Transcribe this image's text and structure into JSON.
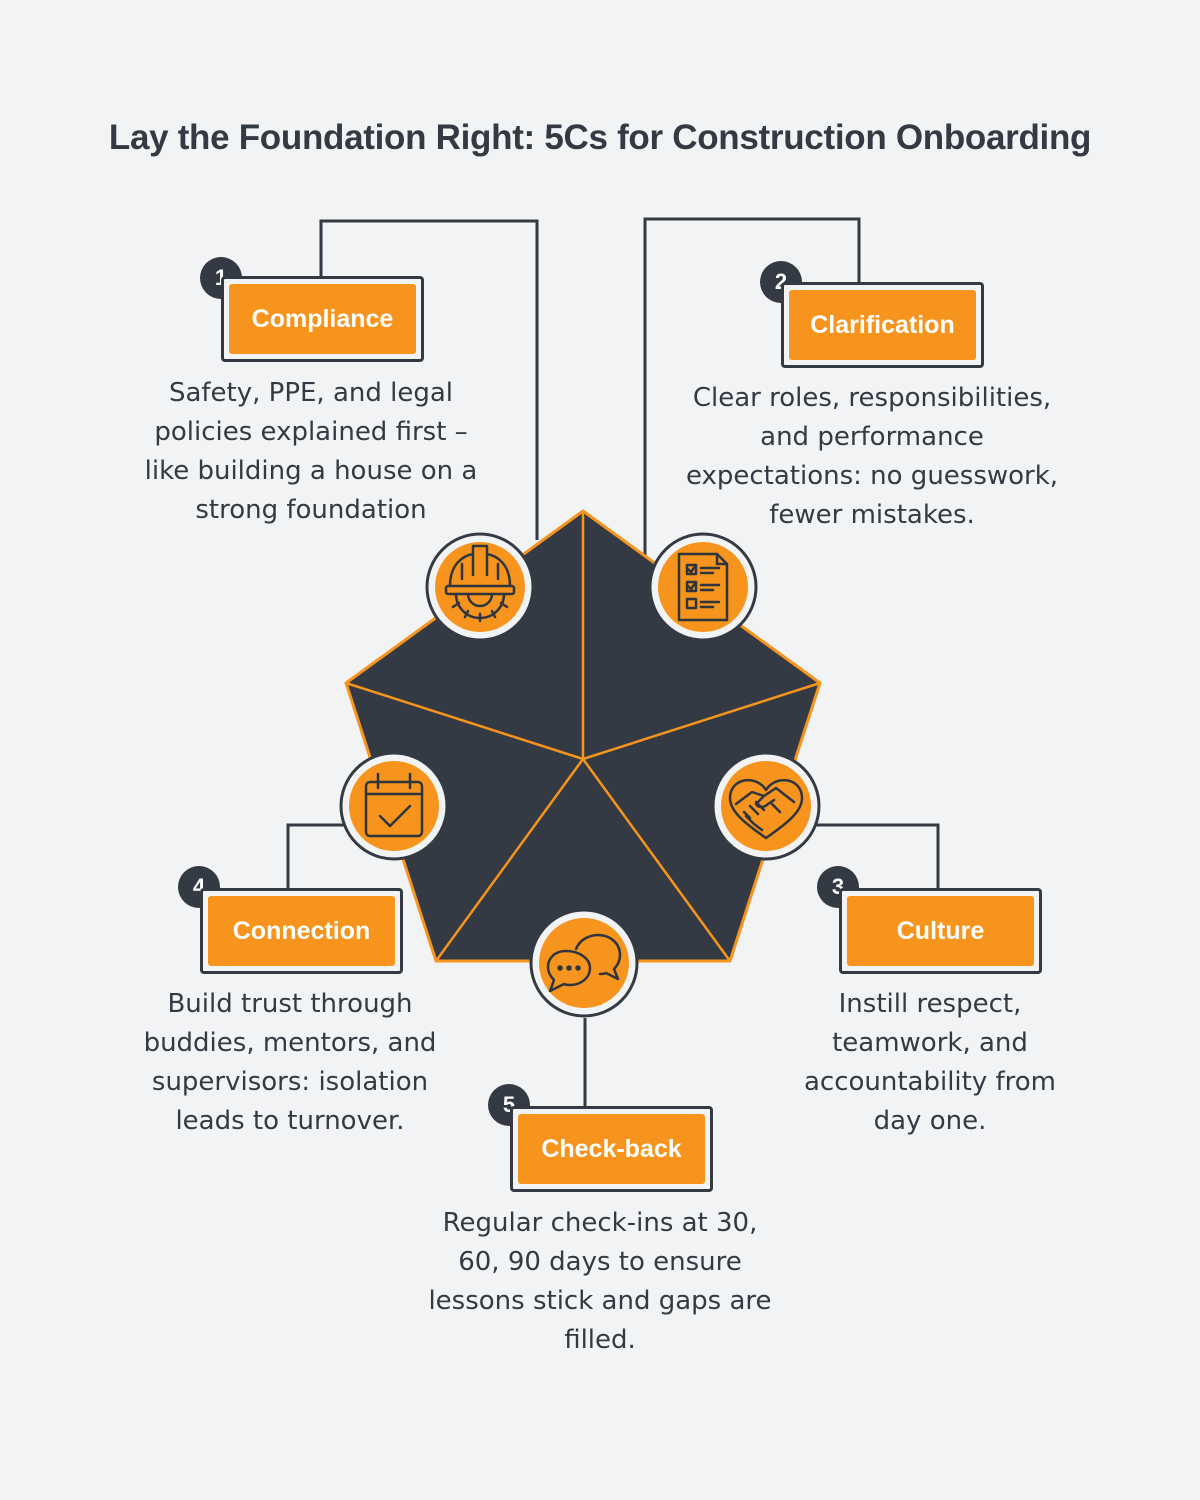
{
  "title": "Lay the Foundation Right: 5Cs for Construction Onboarding",
  "colors": {
    "background": "#f2f3f5",
    "dark": "#343a43",
    "accent": "#f7941d",
    "white": "#ffffff"
  },
  "steps": [
    {
      "number": "1",
      "label": "Compliance",
      "icon": "hard-hat-gear-icon",
      "description": "Safety, PPE, and legal policies explained first – like building a house on a strong foundation"
    },
    {
      "number": "2",
      "label": "Clarification",
      "icon": "checklist-document-icon",
      "description": "Clear roles, responsibilities, and performance expectations: no guesswork, fewer mistakes."
    },
    {
      "number": "3",
      "label": "Culture",
      "icon": "handshake-heart-icon",
      "description": "Instill respect, teamwork, and accountability from day one."
    },
    {
      "number": "4",
      "label": "Connection",
      "icon": "calendar-check-icon",
      "description": "Build trust through buddies, mentors, and supervisors: isolation leads to turnover."
    },
    {
      "number": "5",
      "label": "Check-back",
      "icon": "chat-bubbles-icon",
      "description": "Regular check-ins at 30, 60, 90 days to ensure lessons stick and gaps are filled."
    }
  ]
}
